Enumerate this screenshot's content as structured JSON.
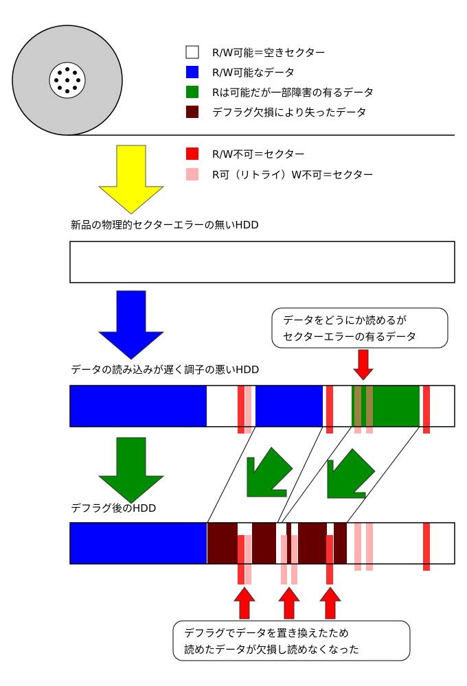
{
  "colors": {
    "free": "#ffffff",
    "rw_data": "#0000ff",
    "r_partial": "#008c00",
    "lost": "#660000",
    "rw_bad": "#ff0000",
    "w_bad": "#ffb0b0",
    "disk": "#cccccc",
    "arrow_yellow": "#ffff00",
    "arrow_blue": "#0000ff",
    "arrow_green": "#008c00"
  },
  "legend": [
    {
      "label": "R/W可能＝空きセクター",
      "color": "#ffffff"
    },
    {
      "label": "R/W可能なデータ",
      "color": "#0000ff"
    },
    {
      "label": "Rは可能だが一部障害の有るデータ",
      "color": "#008c00"
    },
    {
      "label": "デフラグ欠損により失ったデータ",
      "color": "#660000"
    },
    {
      "label": "R/W不可＝セクター",
      "color": "#ff0000"
    },
    {
      "label": "R可（リトライ）W不可＝セクター",
      "color": "#ffb0b0"
    }
  ],
  "stages": {
    "new_hdd": "新品の物理的セクターエラーの無いHDD",
    "slow_hdd": "データの読み込みが遅く調子の悪いHDD",
    "defrag_hdd": "デフラグ後のHDD"
  },
  "callouts": {
    "top": [
      "データをどうにか読めるが",
      "セクターエラーの有るデータ"
    ],
    "bottom": [
      "デフラグでデータを置き換えたため",
      "読めたデータが欠損し読めなくなった"
    ]
  }
}
